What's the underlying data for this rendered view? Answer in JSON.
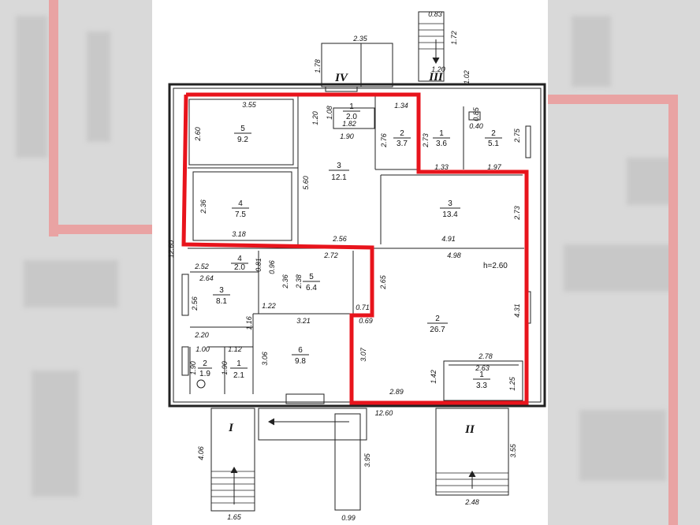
{
  "page": {
    "background": "#ffffff",
    "side_background": "#d9d9d9",
    "line_color": "#222222",
    "highlight_color": "#e8141c"
  },
  "height_note": "h=2.60",
  "stair_labels": [
    "I",
    "II",
    "III",
    "IV"
  ],
  "rooms": [
    {
      "id": "5",
      "number": "5",
      "area": "9.2"
    },
    {
      "id": "4a",
      "number": "4",
      "area": "7.5"
    },
    {
      "id": "1a",
      "number": "1",
      "area": "2.0"
    },
    {
      "id": "2a",
      "number": "2",
      "area": "3.7"
    },
    {
      "id": "3a",
      "number": "3",
      "area": "12.1"
    },
    {
      "id": "1b",
      "number": "1",
      "area": "3.6"
    },
    {
      "id": "2b",
      "number": "2",
      "area": "5.1"
    },
    {
      "id": "3b",
      "number": "3",
      "area": "13.4"
    },
    {
      "id": "4b",
      "number": "4",
      "area": "2.0"
    },
    {
      "id": "3c",
      "number": "3",
      "area": "8.1"
    },
    {
      "id": "5b",
      "number": "5",
      "area": "6.4"
    },
    {
      "id": "2c",
      "number": "2",
      "area": "26.7"
    },
    {
      "id": "6",
      "number": "6",
      "area": "9.8"
    },
    {
      "id": "2d",
      "number": "2",
      "area": "1.9"
    },
    {
      "id": "1c",
      "number": "1",
      "area": "2.1"
    },
    {
      "id": "1d",
      "number": "1",
      "area": "3.3"
    }
  ],
  "dimensions": [
    "0.83",
    "1.72",
    "1.20",
    "1.02",
    "2.35",
    "1.78",
    "3.55",
    "1.20",
    "1.08",
    "1.82",
    "1.90",
    "1.34",
    "2.76",
    "2.60",
    "0.85",
    "0.40",
    "2.75",
    "2.73",
    "1.33",
    "1.97",
    "5.60",
    "2.36",
    "3.18",
    "2.56",
    "2.73",
    "4.91",
    "12.60",
    "4.98",
    "2.72",
    "2.52",
    "0.81",
    "0.96",
    "2.64",
    "2.36",
    "2.38",
    "2.65",
    "2.56",
    "1.22",
    "0.71",
    "0.69",
    "1.16",
    "3.21",
    "4.31",
    "2.20",
    "1.00",
    "1.12",
    "3.06",
    "3.07",
    "2.78",
    "1.90",
    "1.90",
    "2.63",
    "1.42",
    "1.25",
    "2.89",
    "12.60",
    "4.06",
    "3.95",
    "3.55",
    "1.65",
    "0.99",
    "2.48"
  ]
}
